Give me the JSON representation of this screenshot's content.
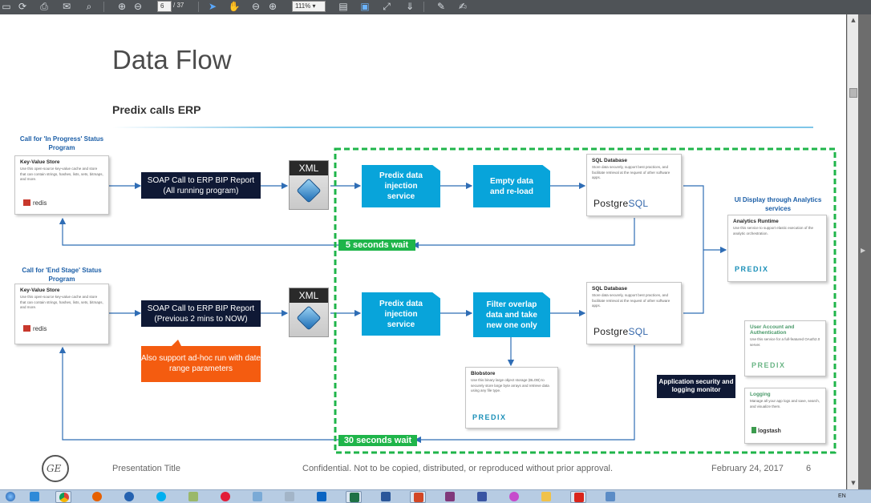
{
  "toolbar": {
    "page_current": "6",
    "page_total": "/ 37",
    "zoom": "111%"
  },
  "slide": {
    "title": "Data Flow",
    "subtitle": "Predix calls ERP",
    "row1_heading": "Call for 'In Progress' Status Program",
    "row2_heading": "Call for 'End Stage' Status Program",
    "kv_store": {
      "title": "Key-Value Store",
      "desc": "Use this open-source key-value cache and store that can contain strings, hashes, lists, sets, bitmaps, and more.",
      "logo": "redis"
    },
    "soap1": "SOAP Call to ERP BIP Report (All running program)",
    "soap2": "SOAP Call to ERP BIP Report (Previous 2 mins to NOW)",
    "xml_label": "XML",
    "adhoc": "Also support ad-hoc run with date range parameters",
    "injection": "Predix data injection service",
    "empty_reload": "Empty data and re-load",
    "filter_overlap": "Filter overlap data and take new one only",
    "sql_db": {
      "title": "SQL Database",
      "desc": "Store data securely, support best practices, and facilitate retrieval at the request of other software apps.",
      "logo_a": "Postgre",
      "logo_b": "SQL"
    },
    "blobstore": {
      "title": "Blobstore",
      "desc": "Use this binary large object storage (BLOB) to securely store large byte arrays and retrieve data using any file type.",
      "logo": "PREDIX"
    },
    "wait5": "5 seconds wait",
    "wait30": "30 seconds wait",
    "ui_heading": "UI Display through Analytics services",
    "analytics_runtime": {
      "title": "Analytics Runtime",
      "desc": "Use this service to support elastic execution of the analytic orchestration.",
      "logo": "PREDIX"
    },
    "uaa": {
      "title": "User Account and Authentication",
      "desc": "Use this service for a full-featured OAuth2.0 server.",
      "logo": "PREDIX"
    },
    "logging": {
      "title": "Logging",
      "desc": "Manage all your app logs and save, search, and visualize them.",
      "logo": "logstash"
    },
    "app_security": "Application security and logging monitor",
    "footer_left": "Presentation Title",
    "footer_center": "Confidential. Not to be copied, distributed, or reproduced without prior approval.",
    "footer_date": "February 24, 2017",
    "footer_page": "6"
  },
  "taskbar": {
    "language": "EN"
  },
  "colors": {
    "navy": "#0f1935",
    "cyan": "#08a4da",
    "orange": "#f45c10",
    "green": "#1fb54a",
    "arrow_blue": "#2f6db5"
  }
}
